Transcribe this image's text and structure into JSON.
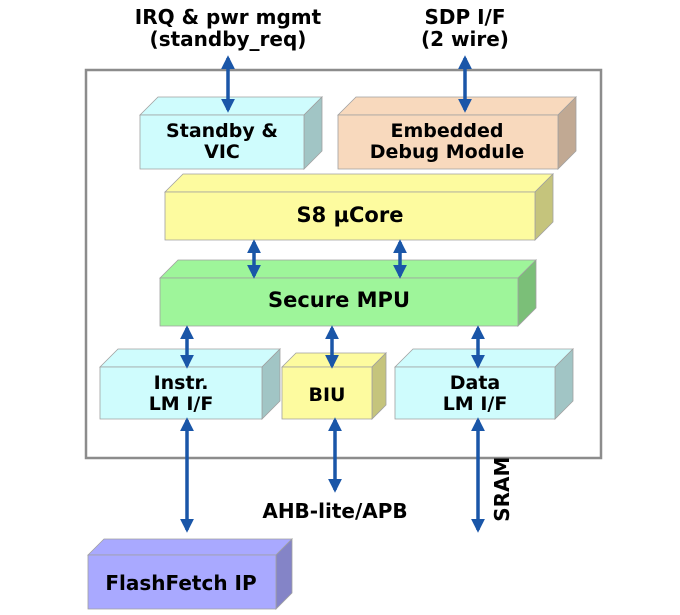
{
  "external": {
    "irq_line1": "IRQ & pwr mgmt",
    "irq_line2": "(standby_req)",
    "sdp_line1": "SDP I/F",
    "sdp_line2": "(2 wire)",
    "ahb": "AHB-lite/APB",
    "sram": "SRAM"
  },
  "blocks": {
    "standby_line1": "Standby &",
    "standby_line2": "VIC",
    "debug_line1": "Embedded",
    "debug_line2": "Debug Module",
    "core": "S8 µCore",
    "mpu": "Secure MPU",
    "instr_line1": "Instr.",
    "instr_line2": "LM I/F",
    "biu": "BIU",
    "data_line1": "Data",
    "data_line2": "LM I/F",
    "flash": "FlashFetch IP"
  },
  "colors": {
    "arrow": "#1a56a8",
    "standby": "#cffcfd",
    "debug": "#f8d9bd",
    "core": "#fdfb9f",
    "mpu": "#9ef59a",
    "lm_if": "#cffcfd",
    "biu": "#fdfb9f",
    "flash": "#a9a9ff"
  }
}
